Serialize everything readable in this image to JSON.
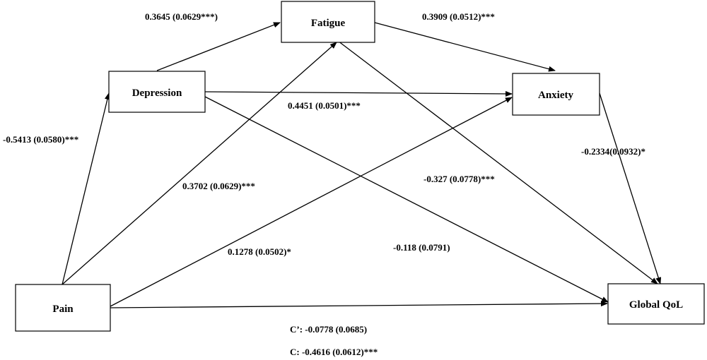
{
  "nodes": {
    "fatigue": "Fatigue",
    "depression": "Depression",
    "anxiety": "Anxiety",
    "pain": "Pain",
    "global_qol": "Global QoL"
  },
  "paths": {
    "depression_fatigue": "0.3645 (0.0629***)",
    "fatigue_anxiety": "0.3909 (0.0512)***",
    "depression_anxiety": "0.4451 (0.0501)***",
    "pain_depression": "-0.5413 (0.0580)***",
    "anxiety_qol": "-0.2334(0.0932)*",
    "fatigue_qol": "-0.327 (0.0778)***",
    "pain_fatigue": "0.3702 (0.0629)***",
    "pain_anxiety": "0.1278 (0.0502)*",
    "depression_qol": "-0.118 (0.0791)"
  },
  "effects": {
    "direct": "C’: -0.0778 (0.0685)",
    "total": "C: -0.4616 (0.0612)***"
  }
}
